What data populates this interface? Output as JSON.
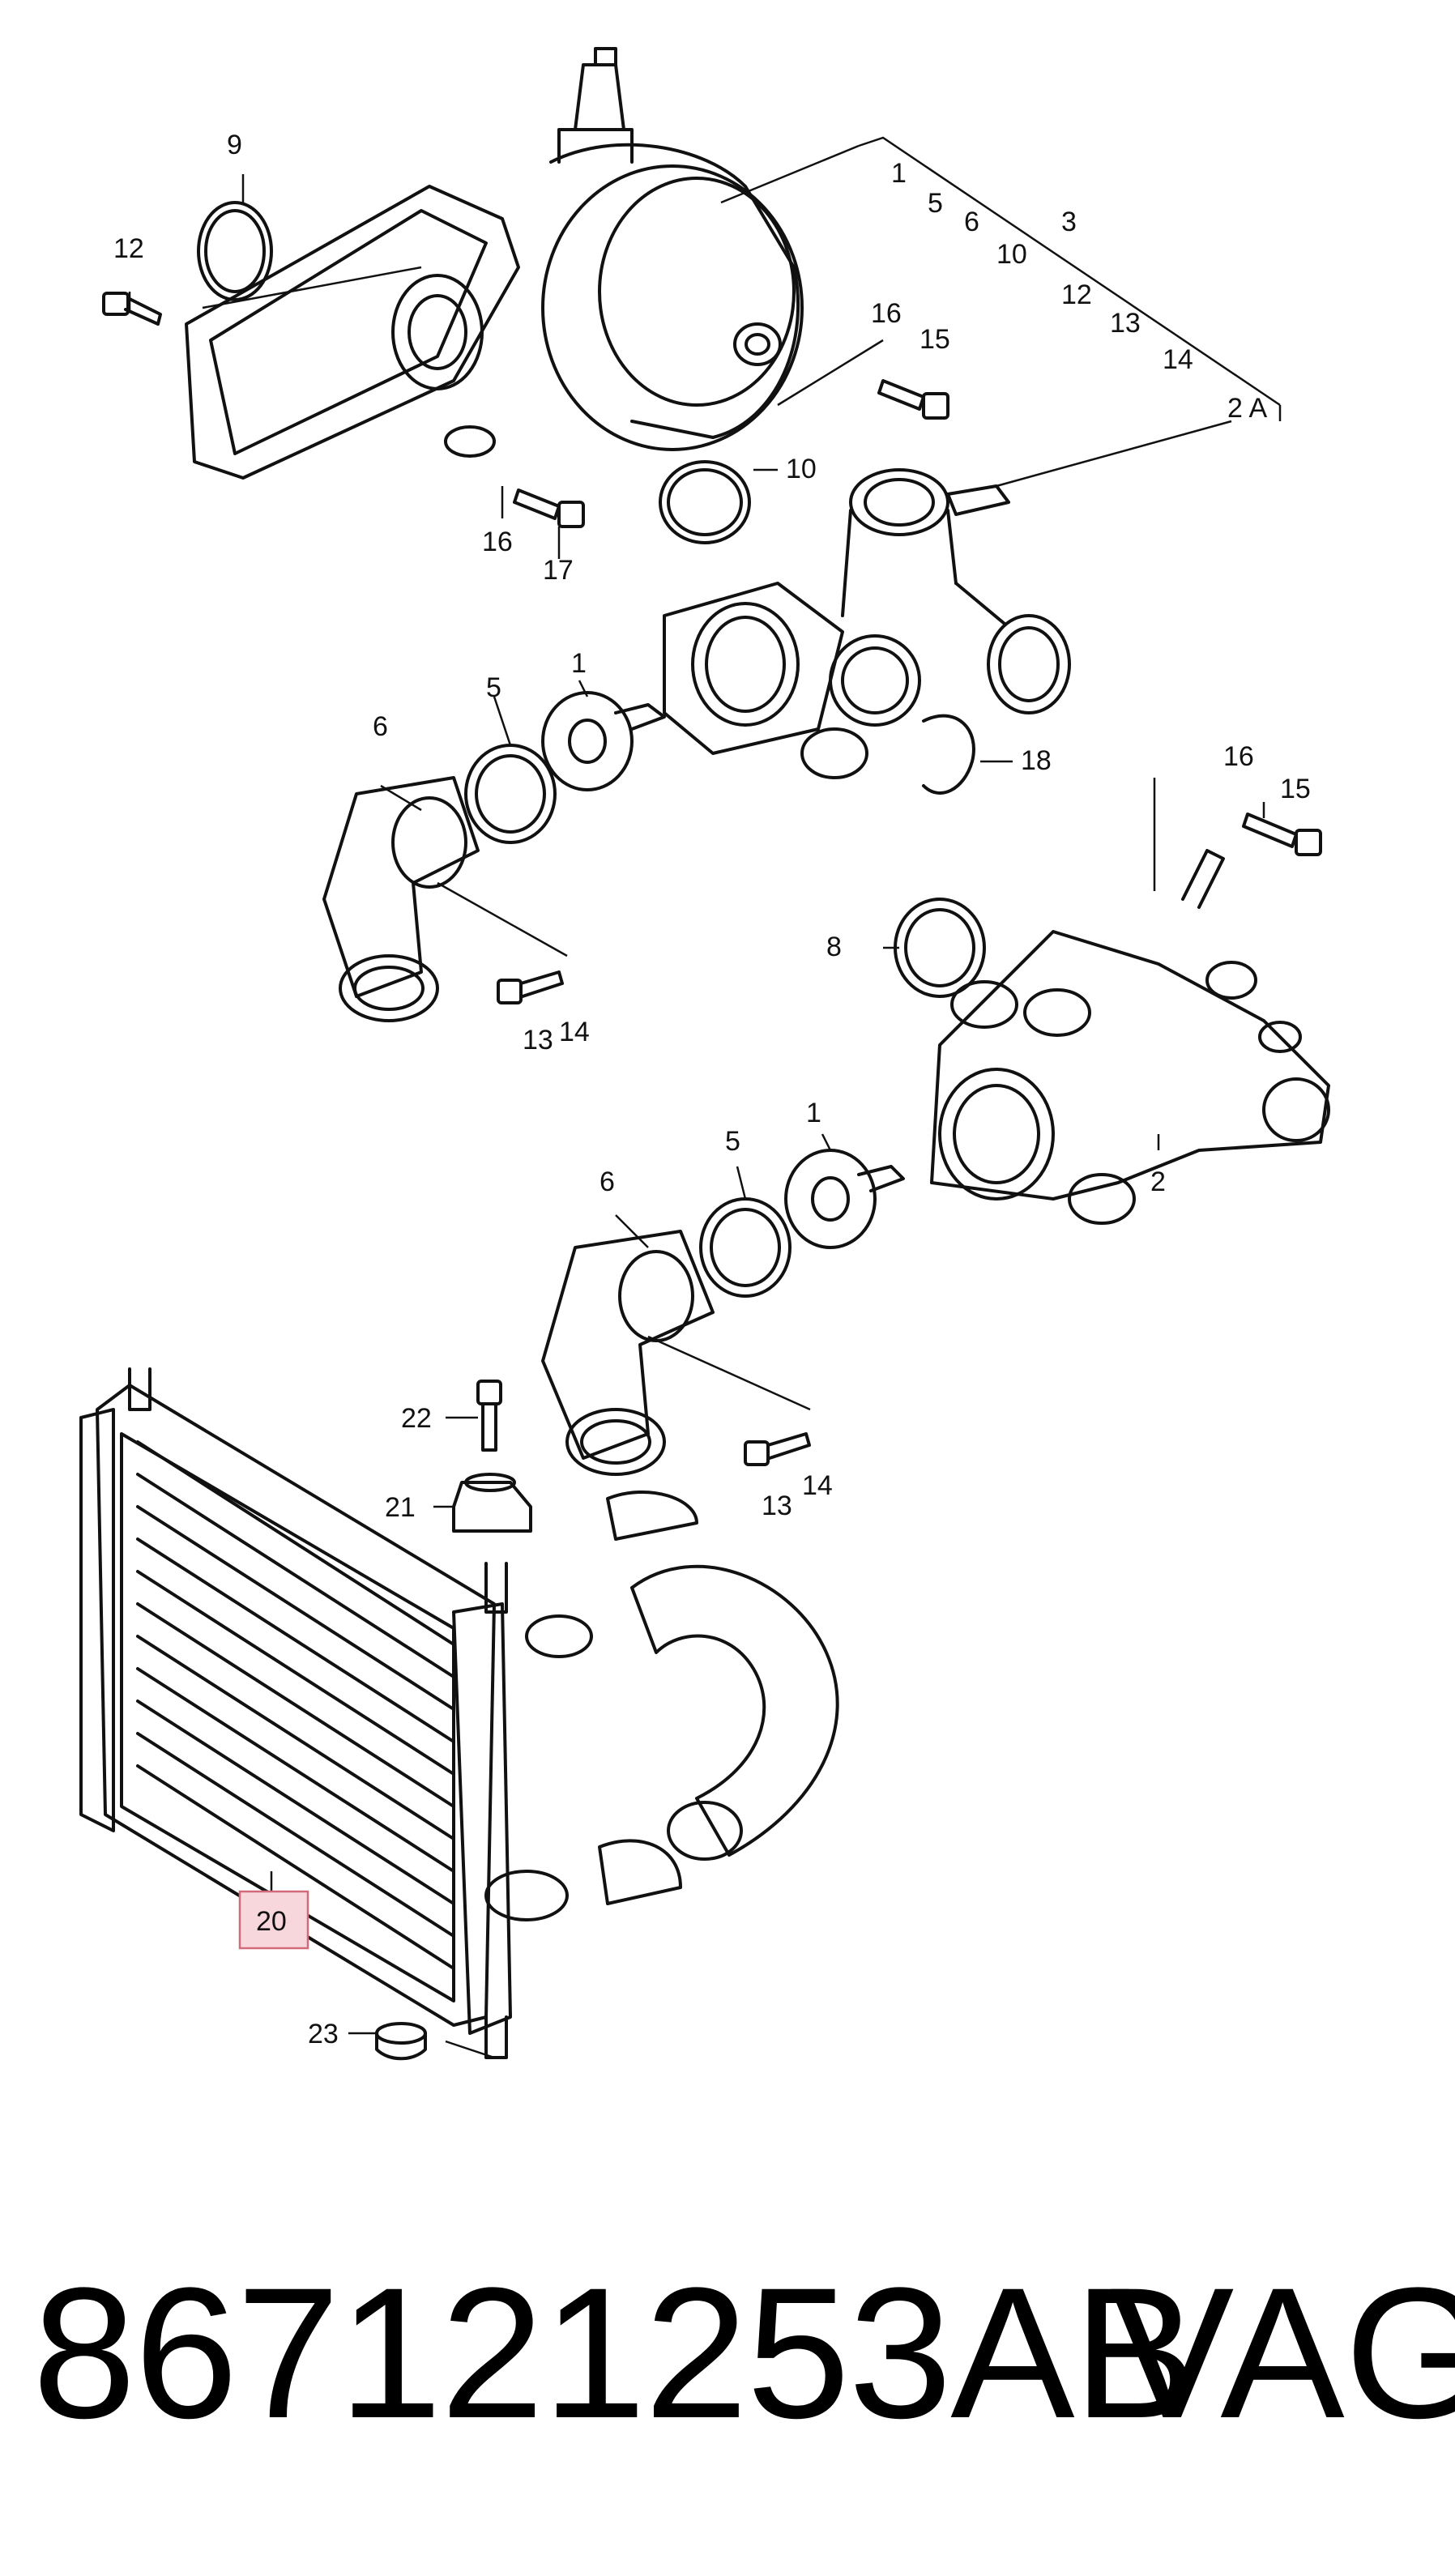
{
  "diagram": {
    "callouts": {
      "c1_top": "1",
      "c5_top": "5",
      "c6_top": "6",
      "c10_top": "10",
      "c3": "3",
      "c12_right": "12",
      "c13_right": "13",
      "c14_right": "14",
      "c2a": "2 A",
      "c9": "9",
      "c12_left": "12",
      "c16_a": "16",
      "c15_a": "15",
      "c10_ring": "10",
      "c16_b": "16",
      "c17": "17",
      "c6_mid": "6",
      "c5_mid": "5",
      "c1_mid": "1",
      "c18": "18",
      "c13_mid": "13",
      "c14_mid": "14",
      "c16_c": "16",
      "c15_c": "15",
      "c8": "8",
      "c2": "2",
      "c6_low": "6",
      "c5_low": "5",
      "c1_low": "1",
      "c13_low": "13",
      "c14_low": "14",
      "c22": "22",
      "c21": "21",
      "c20": "20",
      "c23": "23"
    },
    "highlight_color": "#f7d7dc"
  },
  "footer": {
    "part_number": "867121253AB",
    "brand": "VAG"
  }
}
